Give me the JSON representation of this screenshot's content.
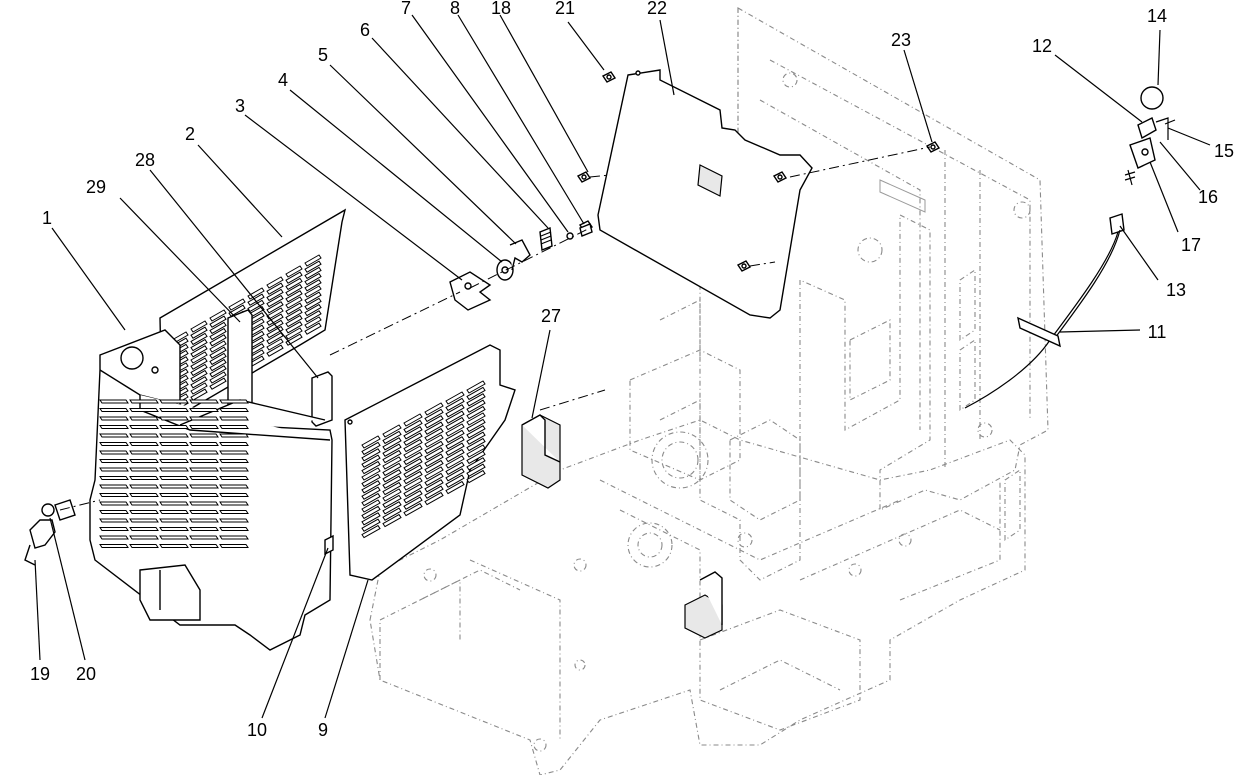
{
  "diagram": {
    "callouts": [
      {
        "id": "1",
        "text": "1"
      },
      {
        "id": "2",
        "text": "2"
      },
      {
        "id": "3",
        "text": "3"
      },
      {
        "id": "4",
        "text": "4"
      },
      {
        "id": "5",
        "text": "5"
      },
      {
        "id": "6",
        "text": "6"
      },
      {
        "id": "7",
        "text": "7"
      },
      {
        "id": "8",
        "text": "8"
      },
      {
        "id": "9",
        "text": "9"
      },
      {
        "id": "10",
        "text": "10"
      },
      {
        "id": "11",
        "text": "11"
      },
      {
        "id": "12",
        "text": "12"
      },
      {
        "id": "13",
        "text": "13"
      },
      {
        "id": "14",
        "text": "14"
      },
      {
        "id": "15",
        "text": "15"
      },
      {
        "id": "16",
        "text": "16"
      },
      {
        "id": "17",
        "text": "17"
      },
      {
        "id": "18",
        "text": "18"
      },
      {
        "id": "19",
        "text": "19"
      },
      {
        "id": "20",
        "text": "20"
      },
      {
        "id": "21",
        "text": "21"
      },
      {
        "id": "22",
        "text": "22"
      },
      {
        "id": "23",
        "text": "23"
      },
      {
        "id": "27",
        "text": "27"
      },
      {
        "id": "28",
        "text": "28"
      },
      {
        "id": "29",
        "text": "29"
      }
    ]
  }
}
